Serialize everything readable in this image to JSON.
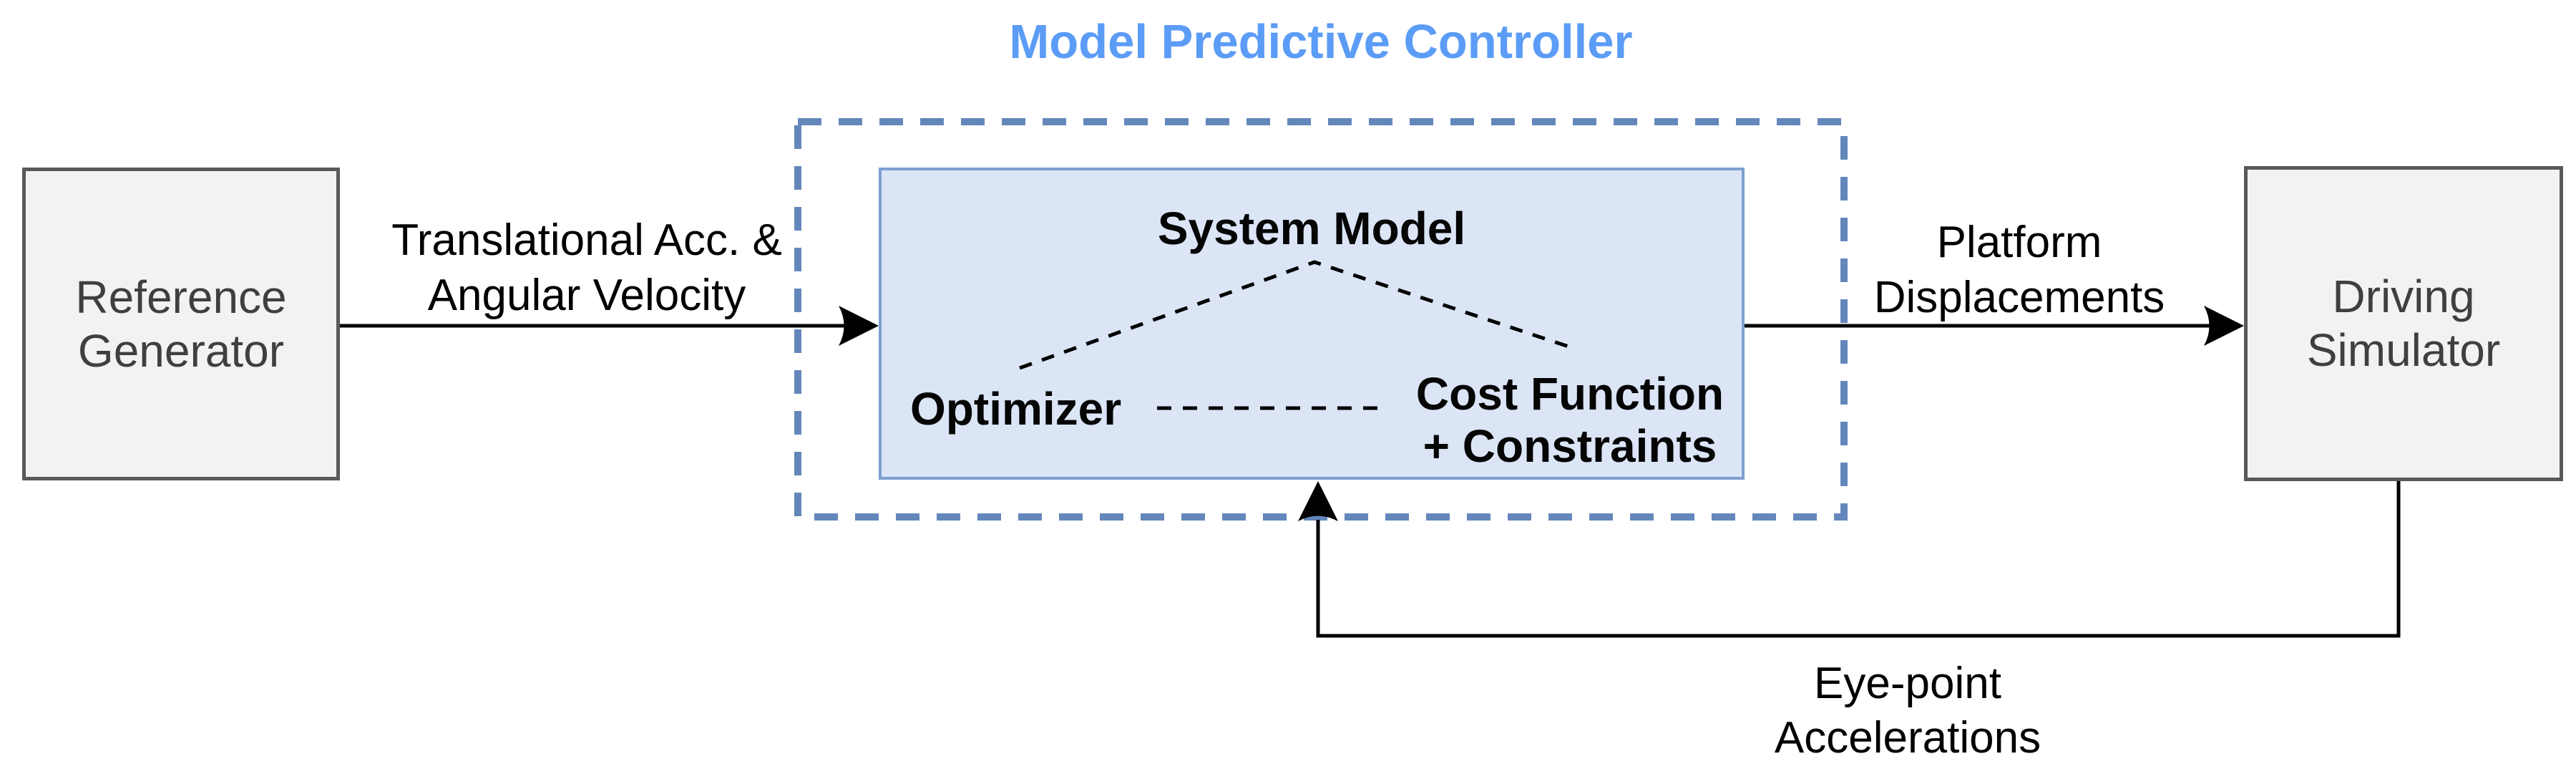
{
  "diagram": {
    "title": "Model Predictive Controller"
  },
  "blocks": {
    "reference_generator": {
      "line1": "Reference",
      "line2": "Generator"
    },
    "driving_simulator": {
      "line1": "Driving",
      "line2": "Simulator"
    },
    "mpc": {
      "system_model": "System Model",
      "optimizer": "Optimizer",
      "cost_function": {
        "line1": "Cost Function",
        "line2": "+ Constraints"
      }
    }
  },
  "labels": {
    "input": {
      "line1": "Translational Acc. &",
      "line2": "Angular Velocity"
    },
    "output": {
      "line1": "Platform",
      "line2": "Displacements"
    },
    "feedback": {
      "line1": "Eye-point",
      "line2": "Accelerations"
    }
  },
  "colors": {
    "title_text": "#5B9CF6",
    "mpc_dashed_border": "#6487BB",
    "mpc_box_fill": "#DBE5F6",
    "mpc_box_border": "#7E9FD1",
    "block_fill": "#F2F2F2",
    "block_border": "#595959",
    "block_text": "#3F3F3F",
    "connector_line": "#000000",
    "label_text": "#000000"
  }
}
